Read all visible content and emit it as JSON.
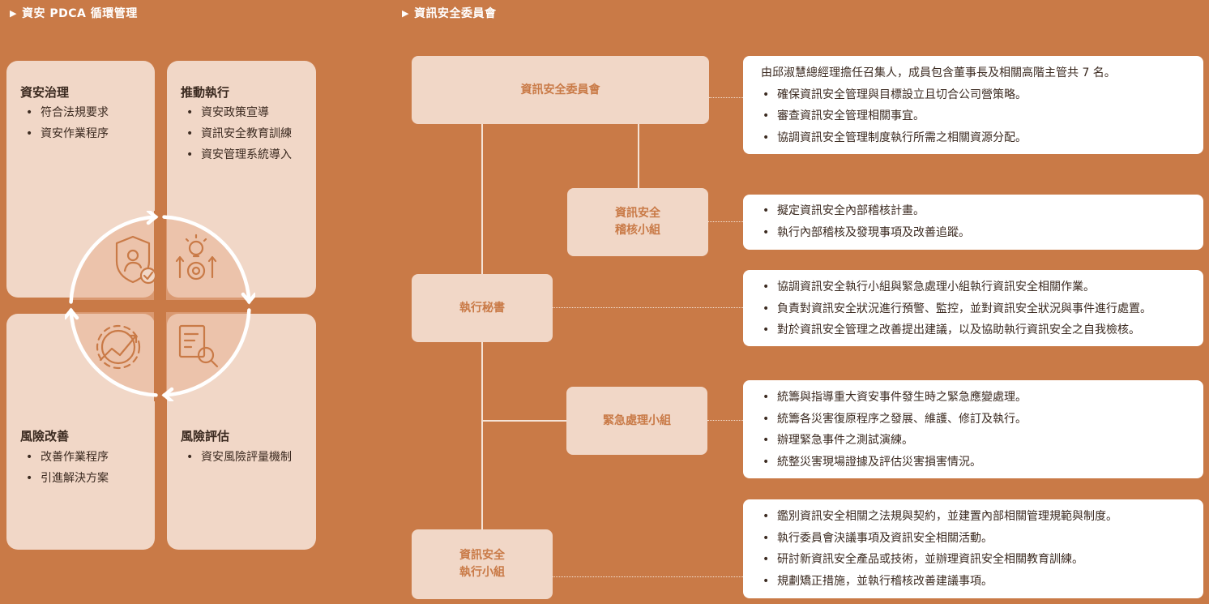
{
  "left_section": {
    "title": "資安 PDCA 循環管理"
  },
  "right_section": {
    "title": "資訊安全委員會"
  },
  "pdca": {
    "q1": {
      "title": "資安治理",
      "items": [
        "符合法規要求",
        "資安作業程序"
      ]
    },
    "q2": {
      "title": "推動執行",
      "items": [
        "資安政策宣導",
        "資訊安全教育訓練",
        "資安管理系統導入"
      ]
    },
    "q3": {
      "title": "風險改善",
      "items": [
        "改善作業程序",
        "引進解決方案"
      ]
    },
    "q4": {
      "title": "風險評估",
      "items": [
        "資安風險評量機制"
      ]
    },
    "icons": [
      "shield-person-icon",
      "lightbulb-gear-icon",
      "gear-trend-icon",
      "document-magnifier-icon"
    ]
  },
  "org": {
    "committee": {
      "label": "資訊安全委員會",
      "intro": "由邱淑慧總經理擔任召集人，成員包含董事長及相關高階主管共 7 名。",
      "items": [
        "確保資訊安全管理與目標設立且切合公司營策略。",
        "審查資訊安全管理相關事宜。",
        "協調資訊安全管理制度執行所需之相關資源分配。"
      ]
    },
    "audit": {
      "label_l1": "資訊安全",
      "label_l2": "稽核小組",
      "items": [
        "擬定資訊安全內部稽核計畫。",
        "執行內部稽核及發現事項及改善追蹤。"
      ]
    },
    "secretary": {
      "label": "執行秘書",
      "items": [
        "協調資訊安全執行小組與緊急處理小組執行資訊安全相關作業。",
        "負責對資訊安全狀況進行預警、監控，並對資訊安全狀況與事件進行處置。",
        "對於資訊安全管理之改善提出建議，以及協助執行資訊安全之自我檢核。"
      ]
    },
    "emergency": {
      "label": "緊急處理小組",
      "items": [
        "統籌與指導重大資安事件發生時之緊急應變處理。",
        "統籌各災害復原程序之發展、維護、修訂及執行。",
        "辦理緊急事件之測試演練。",
        "統整災害現場證據及評估災害損害情況。"
      ]
    },
    "exec": {
      "label_l1": "資訊安全",
      "label_l2": "執行小組",
      "items": [
        "鑑別資訊安全相關之法規與契約，並建置內部相關管理規範與制度。",
        "執行委員會決議事項及資訊安全相關活動。",
        "研討新資訊安全產品或技術，並辦理資訊安全相關教育訓練。",
        "規劃矯正措施，並執行稽核改善建議事項。"
      ]
    }
  },
  "colors": {
    "background": "#c97a47",
    "box_fill": "#f1d7c7",
    "accent": "#c97a47",
    "text": "#3b2a20"
  }
}
